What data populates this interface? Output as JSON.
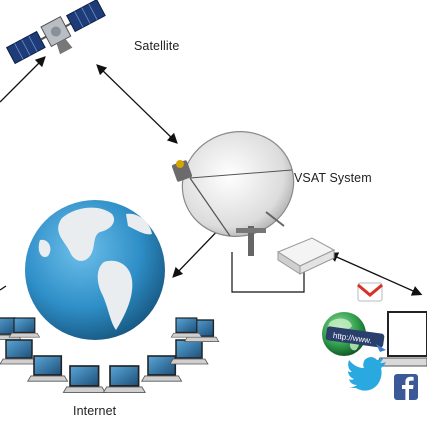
{
  "labels": {
    "satellite": "Satellite",
    "vsat": "VSAT System",
    "internet": "Internet",
    "url_prefix": "http://www."
  },
  "colors": {
    "ocean": "#2f8fc8",
    "land": "#e9edf0",
    "twitter": "#2aa9e0",
    "facebook": "#3b5998",
    "gmail_red": "#d93025"
  },
  "icons": [
    "satellite-icon",
    "vsat-dish-icon",
    "modem-icon",
    "globe-icon",
    "laptop-icon",
    "web-globe-icon",
    "gmail-icon",
    "twitter-icon",
    "facebook-icon"
  ]
}
